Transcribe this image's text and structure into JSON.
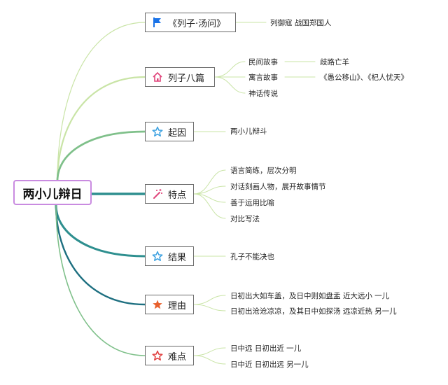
{
  "root": {
    "label": "两小儿辩日"
  },
  "branches": [
    {
      "id": "b1",
      "label": "《列子·汤问》",
      "icon": "flag-icon",
      "leaves": [
        {
          "text": "列御寇 战国郑国人"
        }
      ]
    },
    {
      "id": "b2",
      "label": "列子八篇",
      "icon": "house-icon",
      "leaves": [
        {
          "text": "民间故事",
          "sub": "歧路亡羊"
        },
        {
          "text": "寓言故事",
          "sub": "《愚公移山》、《杞人忧天》"
        },
        {
          "text": "神话传说"
        }
      ]
    },
    {
      "id": "b3",
      "label": "起因",
      "icon": "star-outline-icon",
      "leaves": [
        {
          "text": "两小儿辩斗"
        }
      ]
    },
    {
      "id": "b4",
      "label": "特点",
      "icon": "magic-wand-icon",
      "leaves": [
        {
          "text": "语言简练，层次分明"
        },
        {
          "text": "对话刻画人物，展开故事情节"
        },
        {
          "text": "善于运用比喻"
        },
        {
          "text": "对比写法"
        }
      ]
    },
    {
      "id": "b5",
      "label": "结果",
      "icon": "star-outline-icon",
      "leaves": [
        {
          "text": "孔子不能决也"
        }
      ]
    },
    {
      "id": "b6",
      "label": "理由",
      "icon": "star-filled-icon",
      "leaves": [
        {
          "text": "日初出大如车盖，及日中则如盘盂 近大远小 一儿"
        },
        {
          "text": "日初出沧沧凉凉，及其日中如探汤 远凉近热 另一儿"
        }
      ]
    },
    {
      "id": "b7",
      "label": "难点",
      "icon": "star-red-outline-icon",
      "leaves": [
        {
          "text": "日中远 日初出近 一儿"
        },
        {
          "text": "日中近 日初出远 另一儿"
        }
      ]
    }
  ],
  "colors": {
    "root_border": "#c98be0",
    "link_light": "#c9e4a6",
    "link_mid": "#7fc08a",
    "link_teal": "#2e8f8f",
    "link_dark": "#1d6f80",
    "leaf_line": "#c9e4a6",
    "flag_icon": "#1a73e8",
    "house_icon": "#e0457b",
    "star_outline_icon": "#3aa0e0",
    "wand_icon": "#e0457b",
    "star_filled_icon": "#e8602c",
    "star_red_icon": "#e03c3c"
  }
}
